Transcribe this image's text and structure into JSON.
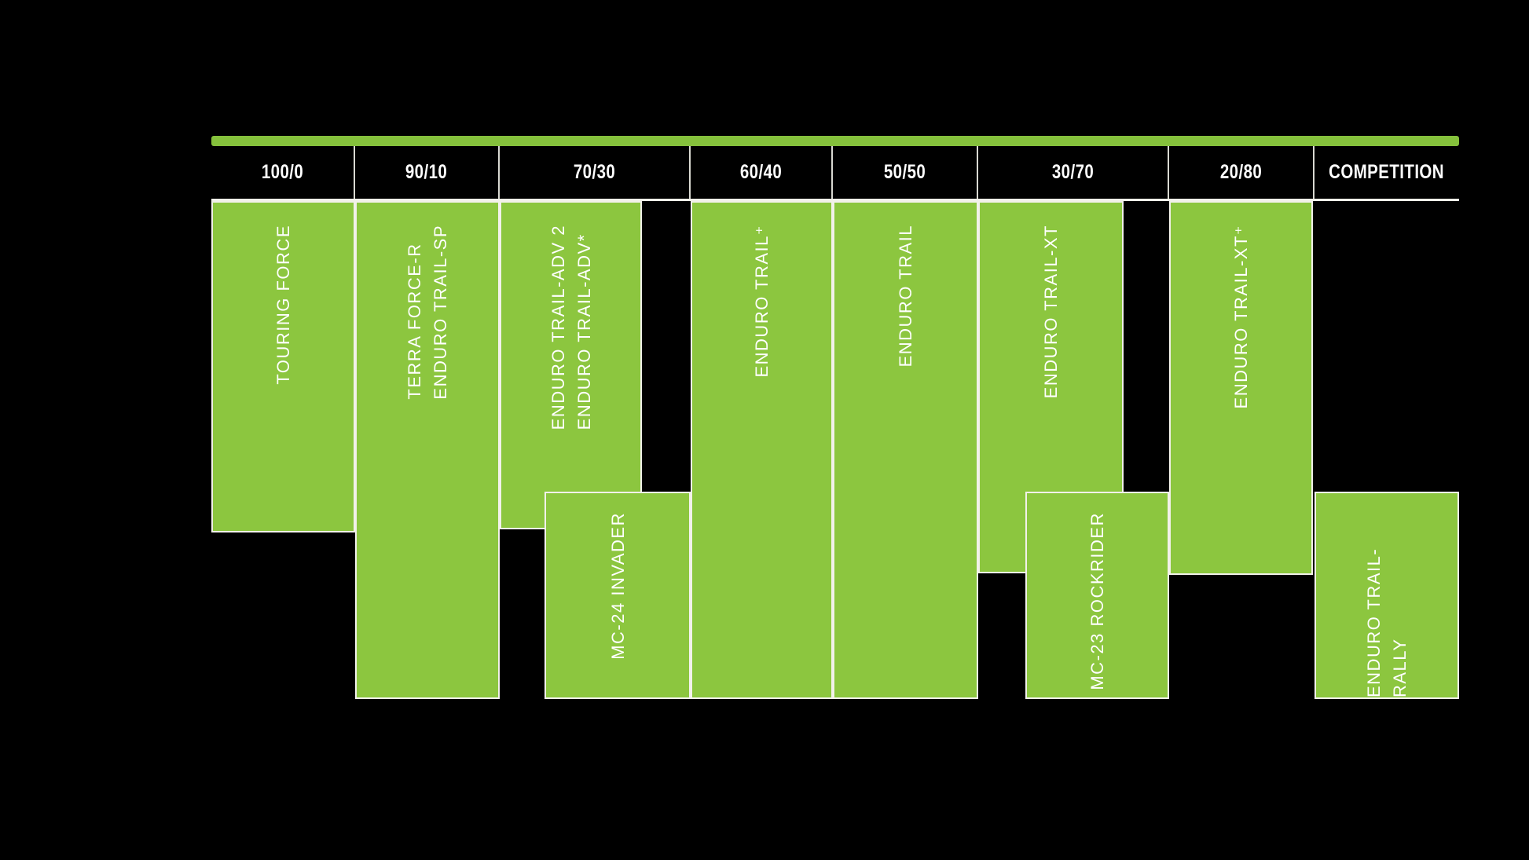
{
  "header": {
    "ratios": [
      "100/0",
      "90/10",
      "70/30",
      "60/40",
      "50/50",
      "30/70",
      "20/80",
      "COMPETITION"
    ]
  },
  "blocks": [
    {
      "id": "touring-force",
      "label": "TOURING FORCE"
    },
    {
      "id": "terra-force-r",
      "label": "TERRA FORCE-R\nENDURO TRAIL-SP"
    },
    {
      "id": "enduro-trail-adv",
      "label": "ENDURO TRAIL-ADV 2\nENDURO TRAIL-ADV*"
    },
    {
      "id": "mc-24-invader",
      "label": "MC-24 INVADER"
    },
    {
      "id": "enduro-trail-plus",
      "label": "ENDURO TRAIL⁺"
    },
    {
      "id": "enduro-trail",
      "label": "ENDURO TRAIL"
    },
    {
      "id": "enduro-trail-xt",
      "label": "ENDURO TRAIL-XT"
    },
    {
      "id": "mc-23-rockrider",
      "label": "MC-23 ROCKRIDER"
    },
    {
      "id": "enduro-trail-xt-plus",
      "label": "ENDURO TRAIL-XT⁺"
    },
    {
      "id": "enduro-trail-rally",
      "label": "ENDURO TRAIL-RALLY"
    }
  ],
  "colors": {
    "background": "#000000",
    "block_green": "#8CC63F",
    "bar_green": "#85C13C",
    "block_border": "#F2F1EA",
    "header_text": "#FFFFFF",
    "label_text": "#FFFFFF"
  },
  "chart_data": {
    "type": "table",
    "title": "",
    "columns": [
      "100/0",
      "90/10",
      "70/30",
      "60/40",
      "50/50",
      "30/70",
      "20/80",
      "COMPETITION"
    ],
    "legend_position": "none",
    "grid": false,
    "rows": [
      {
        "products": [
          "TOURING FORCE"
        ],
        "column": "100/0",
        "band": "upper"
      },
      {
        "products": [
          "TERRA FORCE-R",
          "ENDURO TRAIL-SP"
        ],
        "column": "90/10",
        "band": "full"
      },
      {
        "products": [
          "ENDURO TRAIL-ADV 2",
          "ENDURO TRAIL-ADV*"
        ],
        "column": "70/30",
        "band": "upper",
        "side": "left"
      },
      {
        "products": [
          "MC-24 INVADER"
        ],
        "column": "70/30",
        "band": "lower",
        "side": "right"
      },
      {
        "products": [
          "ENDURO TRAIL⁺"
        ],
        "column": "60/40",
        "band": "full"
      },
      {
        "products": [
          "ENDURO TRAIL"
        ],
        "column": "50/50",
        "band": "full"
      },
      {
        "products": [
          "ENDURO TRAIL-XT"
        ],
        "column": "30/70",
        "band": "upper",
        "side": "left"
      },
      {
        "products": [
          "MC-23 ROCKRIDER"
        ],
        "column": "30/70",
        "band": "lower",
        "side": "right"
      },
      {
        "products": [
          "ENDURO TRAIL-XT⁺"
        ],
        "column": "20/80",
        "band": "upper"
      },
      {
        "products": [
          "ENDURO TRAIL-RALLY"
        ],
        "column": "COMPETITION",
        "band": "lower"
      }
    ]
  }
}
